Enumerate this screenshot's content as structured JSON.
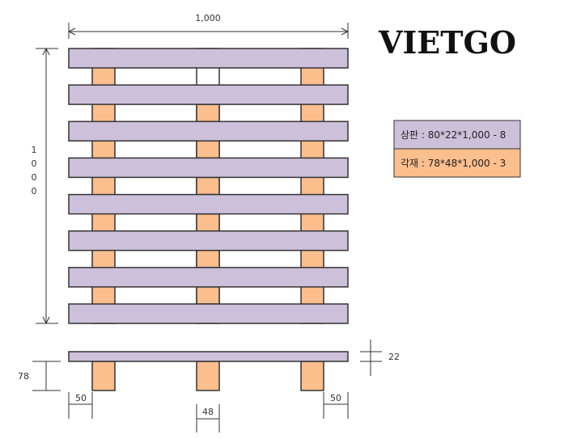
{
  "brand": {
    "name": "VIETGO"
  },
  "dimensions": {
    "width": "1,000",
    "height_digits": [
      "1",
      "0",
      "0",
      "0"
    ],
    "top_deck_thickness": "22",
    "stringer_height": "78",
    "end_offset_left": "50",
    "end_offset_right": "50",
    "stringer_width": "48"
  },
  "legend": {
    "items": [
      {
        "label": "상판 : 80*22*1,000 - 8",
        "color": "#cdc0da"
      },
      {
        "label": "각재 : 78*48*1,000 - 3",
        "color": "#fbbe8d"
      }
    ]
  },
  "colors": {
    "deck_board": "#cdc0da",
    "stringer": "#fbbe8d",
    "outline": "#333333"
  },
  "structure": {
    "deck_board_count": 8,
    "stringer_count": 3
  }
}
